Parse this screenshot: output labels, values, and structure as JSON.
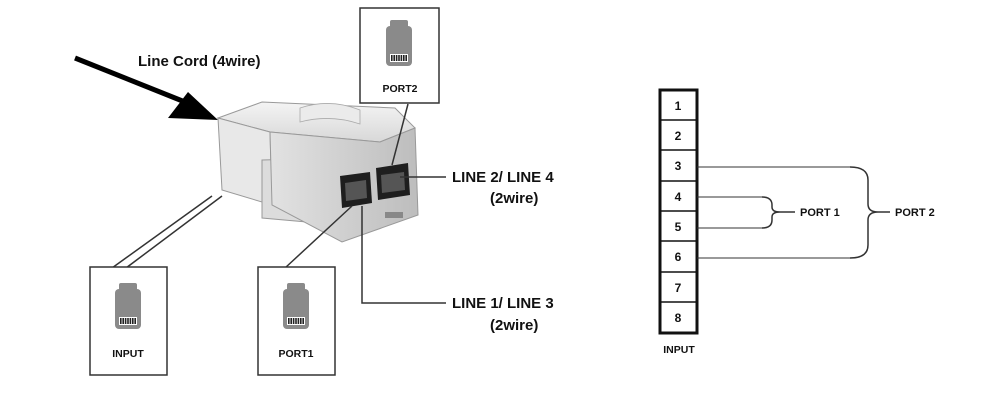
{
  "left_diagram": {
    "line_cord_label": "Line Cord (4wire)",
    "port2_box_label": "PORT2",
    "input_box_label": "INPUT",
    "port1_box_label": "PORT1",
    "line24_label": "LINE 2/ LINE 4",
    "line24_sub": "(2wire)",
    "line13_label": "LINE 1/ LINE 3",
    "line13_sub": "(2wire)"
  },
  "pinout": {
    "pins": [
      "1",
      "2",
      "3",
      "4",
      "5",
      "6",
      "7",
      "8"
    ],
    "connector_label": "INPUT",
    "port1_label": "PORT 1",
    "port2_label": "PORT 2"
  }
}
